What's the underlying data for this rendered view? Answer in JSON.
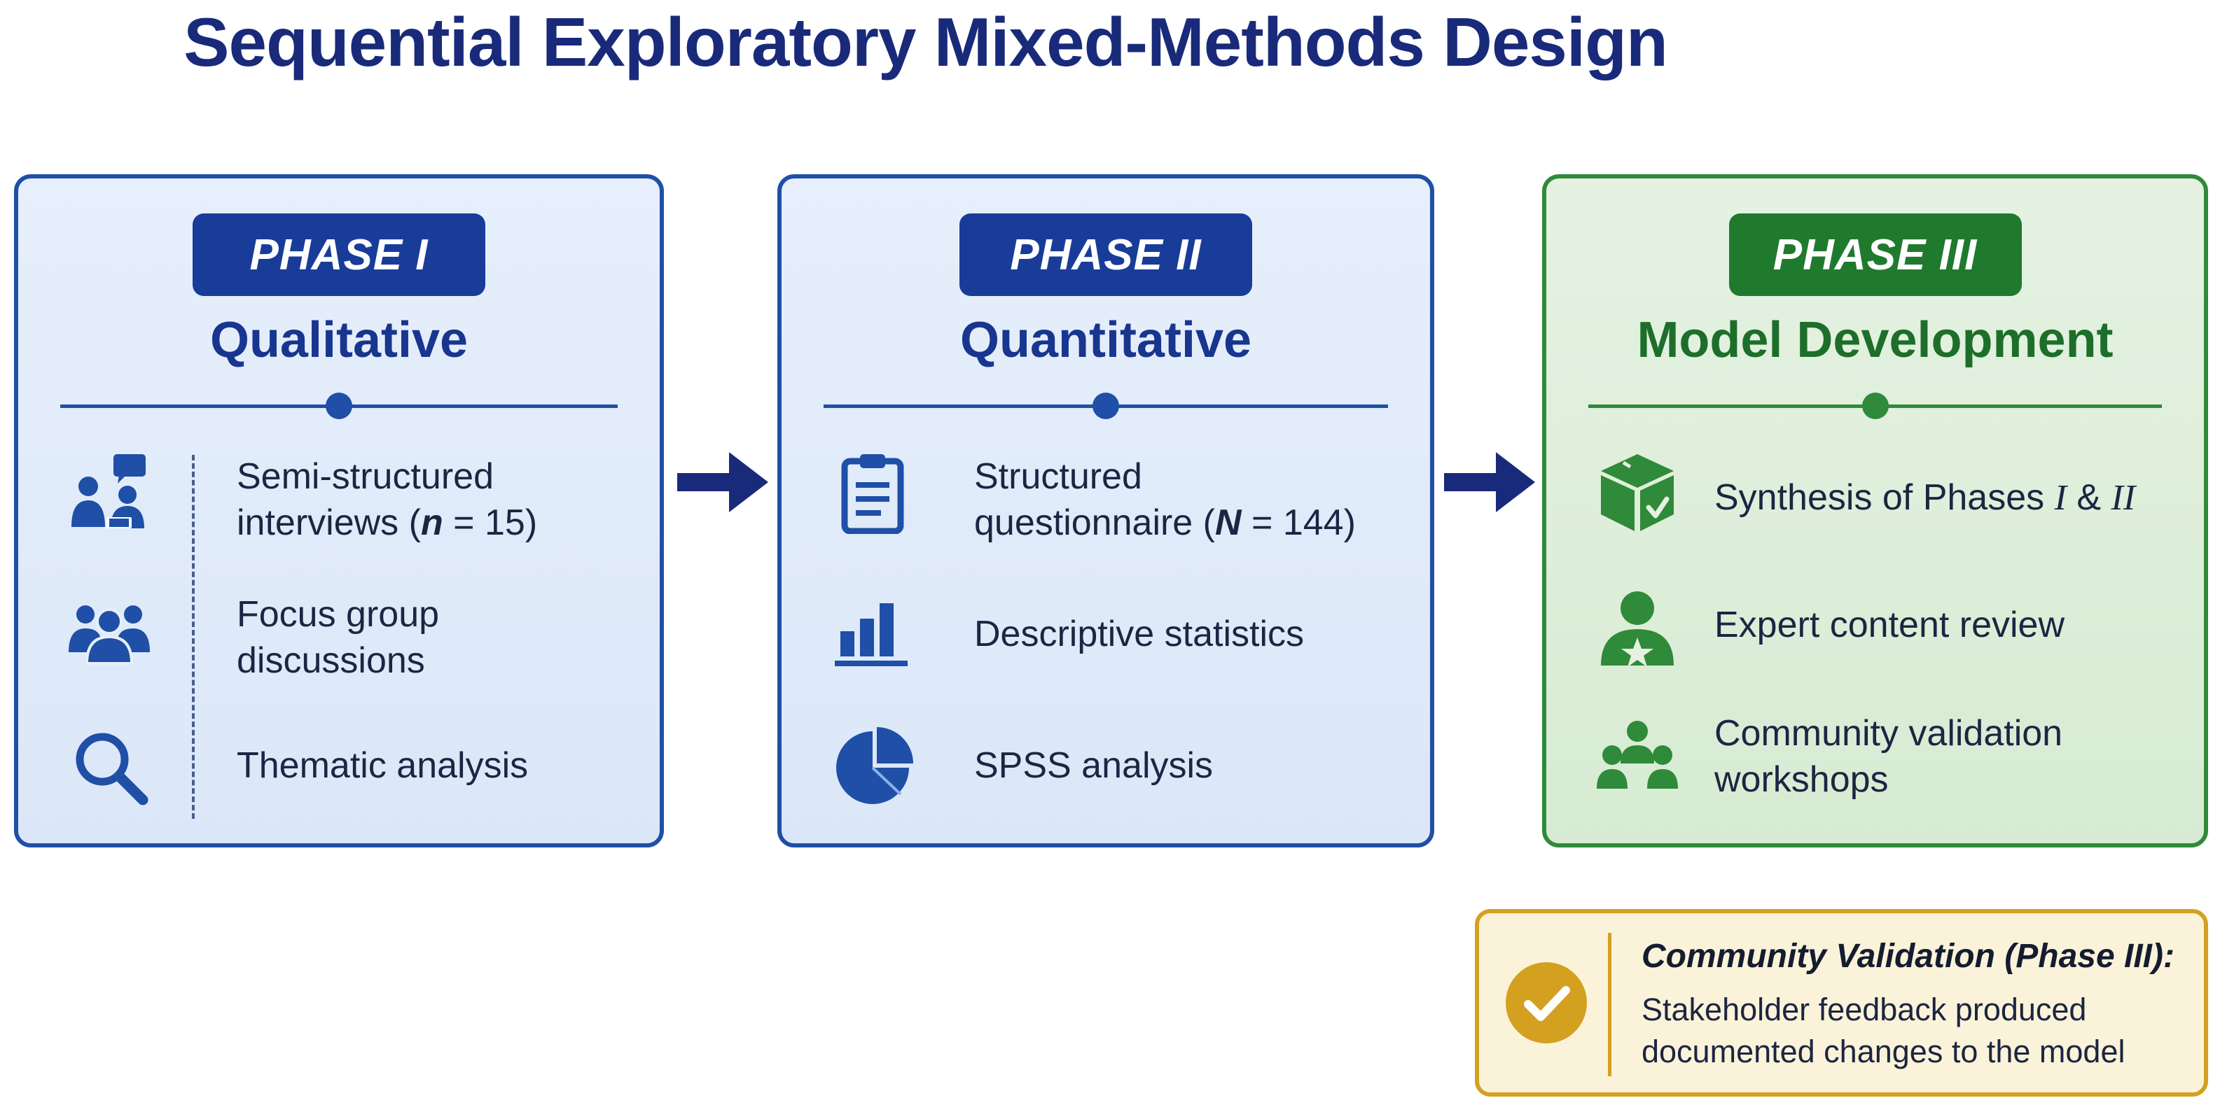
{
  "title": "Sequential Exploratory Mixed-Methods Design",
  "colors": {
    "navy": "#1a2a7a",
    "blue": "#1f4fa6",
    "blue_bg": "#e6effb",
    "green": "#2f8a3a",
    "green_bg": "#e5f2e2",
    "gold": "#d4a020",
    "gold_bg": "#fbf3d9"
  },
  "phases": [
    {
      "badge": "PHASE I",
      "heading": "Qualitative",
      "items": [
        {
          "icon": "interview-people-icon",
          "line1": "Semi-structured",
          "line2_pre": "interviews (",
          "var": "n",
          "line2_post": " = 15)"
        },
        {
          "icon": "group-people-icon",
          "line1": "Focus group",
          "line2": "discussions"
        },
        {
          "icon": "magnifier-icon",
          "line1": "Thematic analysis"
        }
      ]
    },
    {
      "badge": "PHASE II",
      "heading": "Quantitative",
      "items": [
        {
          "icon": "clipboard-icon",
          "line1": "Structured",
          "line2_pre": "questionnaire (",
          "var": "N",
          "line2_post": " = 144)"
        },
        {
          "icon": "bar-chart-icon",
          "line1": "Descriptive statistics"
        },
        {
          "icon": "pie-chart-icon",
          "line1": "SPSS analysis"
        }
      ]
    },
    {
      "badge": "PHASE III",
      "heading": "Model Development",
      "items": [
        {
          "icon": "box-check-icon",
          "line1_pre": "Synthesis of Phases ",
          "r1": "I",
          "amp": " & ",
          "r2": "II"
        },
        {
          "icon": "expert-star-icon",
          "line1": "Expert content review"
        },
        {
          "icon": "community-icon",
          "line1": "Community validation",
          "line2": "workshops"
        }
      ]
    }
  ],
  "callout": {
    "title": "Community Validation (Phase III):",
    "line1": "Stakeholder feedback produced",
    "line2": "documented changes to the model",
    "icon": "check-circle-icon"
  }
}
